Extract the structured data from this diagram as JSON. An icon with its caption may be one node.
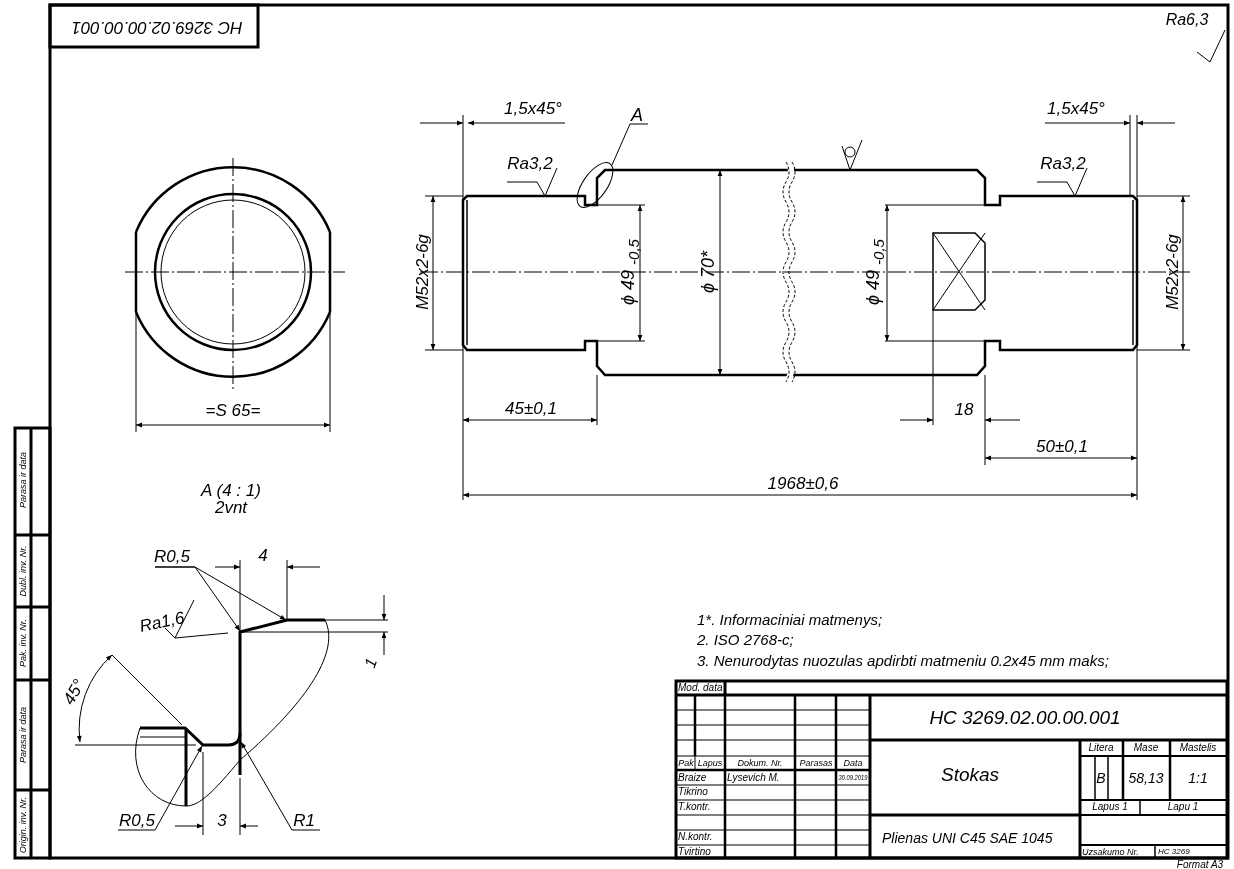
{
  "diagram": {
    "nodes": [
      {
        "text": [
          "A"
        ]
      },
      {
        "text": [
          "R0,5"
        ]
      },
      {
        "text": [
          "R0,5"
        ]
      },
      {
        "text": [
          "R1"
        ]
      },
      {
        "text": [],
        "shape": "picture"
      },
      {
        "text": [],
        "shape": "picture"
      }
    ],
    "edges": [
      {
        "from": 0,
        "to": 4,
        "arrow": "none"
      },
      {
        "from": 1,
        "to": 5,
        "arrow": "to"
      },
      {
        "from": 1,
        "to": 5,
        "arrow": "to"
      },
      {
        "from": 2,
        "to": 5,
        "arrow": "to"
      },
      {
        "from": 3,
        "to": 5,
        "arrow": "to"
      }
    ],
    "labels": [
      "HC 3269.02.00.00.001",
      "Ra6,3",
      "1,5x45°",
      "1,5x45°",
      "Ra3,2",
      "Ra3,2",
      "M52x2-6g",
      "ϕ 49 $_{-0,5}$",
      "ϕ 70*",
      "ϕ 49 $_{-0,5}$",
      "M52x2-6g",
      "=S 65=",
      "45±0,1",
      "18",
      "50±0,1",
      "1968±0,6",
      "A (4 : 1)",
      "2vnt",
      "4",
      "Ra1,6",
      "45°",
      "1",
      "3",
      "1*. Informaciniai matmenys;",
      "2. ISO 2768-c;",
      "3. Nenurodytas nuozulas apdirbti matmeniu 0.2x45 mm maks;",
      "Parasa ir data",
      "Dubl. inv. Nr.",
      "Pak. inv. Nr.",
      "Parasa ir data",
      "Origin. inv. Nr.",
      "Mod. data",
      "HC 3269.02.00.00.001",
      "Litera",
      "Mase",
      "Mastelis",
      "Pak",
      "Lapus",
      "Dokum. Nr.",
      "Parasas",
      "Data",
      "Braize",
      "Lysevich M.",
      "30.09.2019",
      "Stokas",
      "B",
      "58,13",
      "1:1",
      "Tikrino",
      "T.kontr.",
      "Lapus 1",
      "Lapu 1",
      "N.kontr.",
      "Plienas UNI C45 SAE 1045",
      "Tvirtino",
      "Uzsakumo Nr.",
      "HC 3269",
      "Format A3"
    ]
  }
}
